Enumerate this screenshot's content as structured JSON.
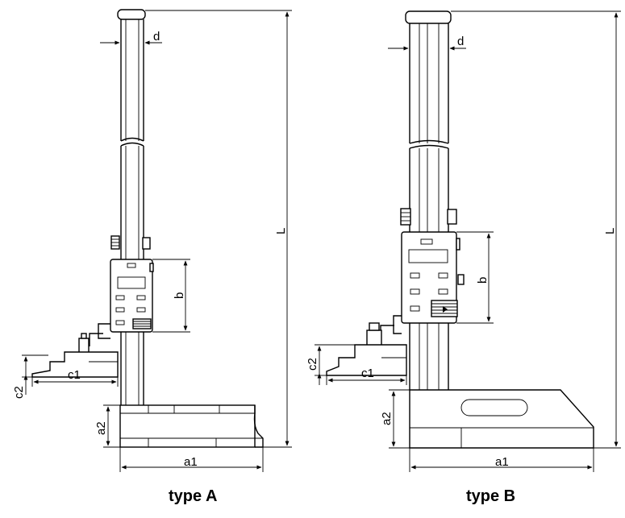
{
  "type_a": {
    "caption": "type A",
    "labels": {
      "d": "d",
      "L": "L",
      "b": "b",
      "c1": "c1",
      "c2": "c2",
      "a1": "a1",
      "a2": "a2"
    }
  },
  "type_b": {
    "caption": "type B",
    "labels": {
      "d": "d",
      "L": "L",
      "b": "b",
      "c1": "c1",
      "c2": "c2",
      "a1": "a1",
      "a2": "a2"
    }
  }
}
